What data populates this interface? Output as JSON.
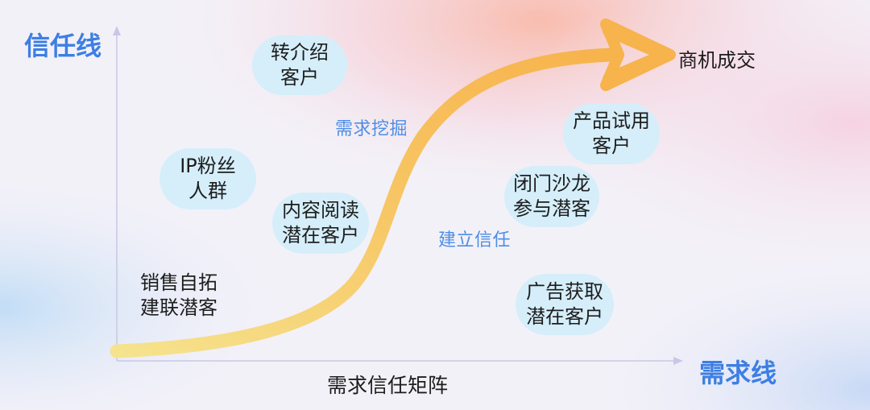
{
  "axes": {
    "y_title": "信任线",
    "x_title": "需求线"
  },
  "matrix_title": "需求信任矩阵",
  "goal_label": "商机成交",
  "stages": {
    "top": "需求挖掘",
    "bottom": "建立信任"
  },
  "bubbles": {
    "referral": {
      "line1": "转介绍",
      "line2": "客户"
    },
    "ip_fans": {
      "line1": "IP粉丝",
      "line2": "人群"
    },
    "content": {
      "line1": "内容阅读",
      "line2": "潜在客户"
    },
    "sales": {
      "line1": "销售自拓",
      "line2": "建联潜客"
    },
    "trial": {
      "line1": "产品试用",
      "line2": "客户"
    },
    "salon": {
      "line1": "闭门沙龙",
      "line2": "参与潜客"
    },
    "ads": {
      "line1": "广告获取",
      "line2": "潜在客户"
    }
  },
  "colors": {
    "axis_title": "#3d7fe3",
    "stage_text": "#4d8ee6",
    "bubble_fill": "#d5eefa",
    "curve_start": "#f6e38e",
    "curve_end": "#f7b34c"
  }
}
